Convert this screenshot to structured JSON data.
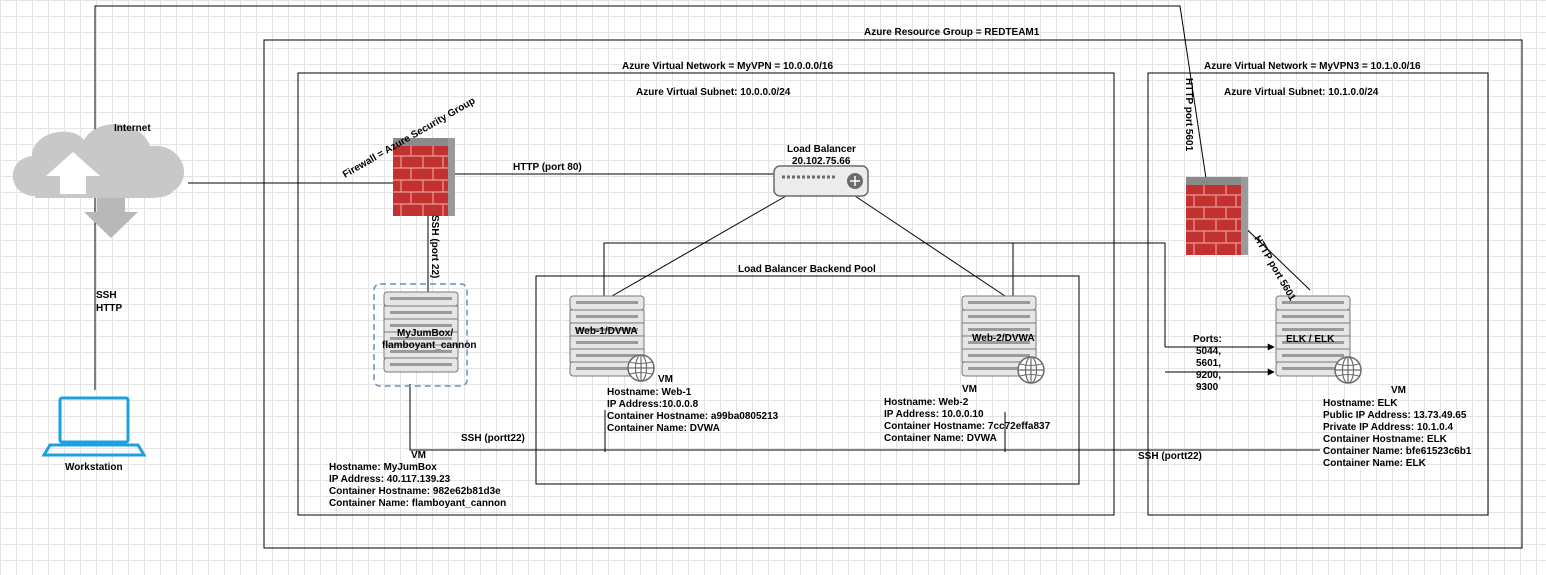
{
  "containers": {
    "resource_group": "Azure Resource Group = REDTEAM1",
    "vnet1": "Azure Virtual Network = MyVPN = 10.0.0.0/16",
    "subnet1": "Azure Virtual Subnet: 10.0.0.0/24",
    "vnet2": "Azure Virtual Network = MyVPN3 = 10.1.0.0/16",
    "subnet2": "Azure Virtual Subnet: 10.1.0.0/24",
    "backend_pool": "Load Balancer Backend Pool"
  },
  "internet": {
    "label": "Internet"
  },
  "workstation": {
    "label": "Workstation",
    "protocols": [
      "SSH",
      "HTTP"
    ]
  },
  "firewall1": {
    "label": "Firewall = Azure Security Group"
  },
  "load_balancer": {
    "name": "Load Balancer",
    "ip": "20.102.75.66"
  },
  "jumpbox": {
    "icon_label": [
      "MyJumBox/",
      "flamboyant_cannon"
    ],
    "vm_title": "VM",
    "details": [
      "Hostname: MyJumBox",
      "IP Address: 40.117.139.23",
      "Container Hostname: 982e62b81d3e",
      "Container Name: flamboyant_cannon"
    ]
  },
  "web1": {
    "icon_label": "Web-1/DVWA",
    "vm_title": "VM",
    "details": [
      "Hostname: Web-1",
      "IP Address:10.0.0.8",
      "Container Hostname: a99ba0805213",
      "Container Name: DVWA"
    ]
  },
  "web2": {
    "icon_label": "Web-2/DVWA",
    "vm_title": "VM",
    "details": [
      "Hostname: Web-2",
      "IP Address: 10.0.0.10",
      "Container Hostname:  7cc72effa837",
      "Container Name: DVWA"
    ]
  },
  "elk": {
    "icon_label": "ELK / ELK",
    "vm_title": "VM",
    "details": [
      "Hostname: ELK",
      "Public IP Address:  13.73.49.65",
      "Private IP Address: 10.1.0.4",
      "Container Hostname: ELK",
      "Container Name: bfe61523c6b1",
      "Container Name: ELK"
    ]
  },
  "connections": {
    "http80": "HTTP (port 80)",
    "ssh22": "SSH (port 22)",
    "ssh_portt22_a": "SSH (portt22)",
    "ssh_portt22_b": "SSH (portt22)",
    "http5601_a": "HTTP port 5601",
    "http5601_b": "HTTP port 5601",
    "ports_title": "Ports:",
    "ports_list": [
      "5044,",
      "5601,",
      "9200,",
      "9300"
    ]
  },
  "colors": {
    "firewall": "#c0312f",
    "server_fill": "#e6e6e6",
    "server_stroke": "#7a7a7a",
    "laptop": "#1ba1e2",
    "cloud": "#c8c8c8"
  }
}
